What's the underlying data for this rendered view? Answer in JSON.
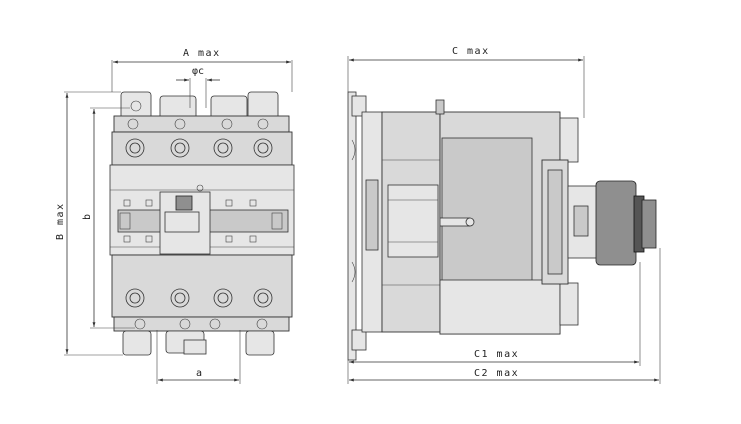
{
  "dimensions": {
    "a_max": "A max",
    "phi_c": "φc",
    "b_max": "B max",
    "b": "b",
    "a": "a",
    "c_max": "C max",
    "c1_max": "C1 max",
    "c2_max": "C2 max"
  },
  "colors": {
    "body": "#d9d9d9",
    "line": "#333333",
    "dark_part": "#8f8f8f"
  }
}
